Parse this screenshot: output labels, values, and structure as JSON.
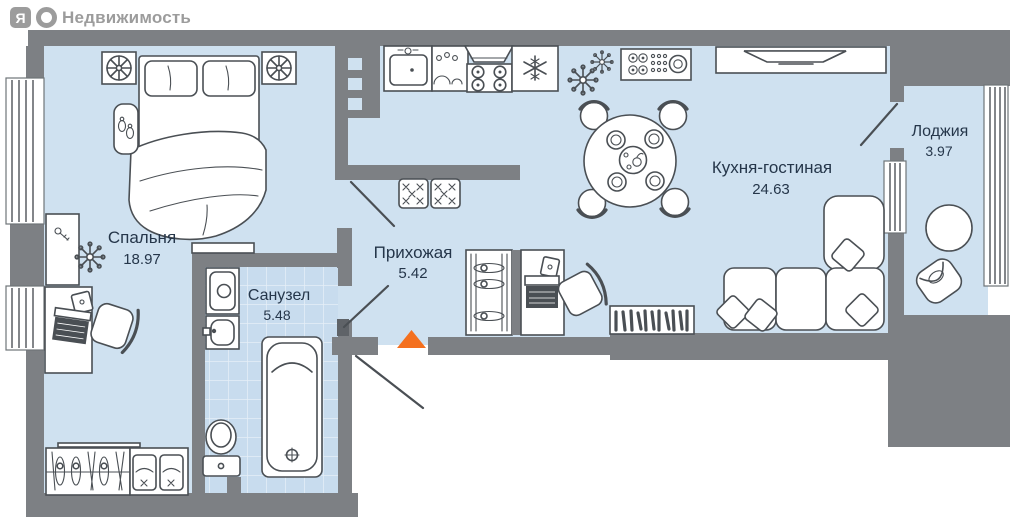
{
  "brand": {
    "letter": "Я",
    "name": "Недвижимость"
  },
  "rooms": {
    "bedroom": {
      "label": "Спальня",
      "area": "18.97"
    },
    "hallway": {
      "label": "Прихожая",
      "area": "5.42"
    },
    "bathroom": {
      "label": "Санузел",
      "area": "5.48"
    },
    "kitchen_living": {
      "label": "Кухня-гостиная",
      "area": "24.63"
    },
    "loggia": {
      "label": "Лоджия",
      "area": "3.97"
    }
  },
  "colors": {
    "wall": "#7d8084",
    "floor": "#cfe1f0",
    "bathroom_floor": "#c8dcee",
    "furniture_outline": "#4a4f54",
    "entrance_marker": "#f4701f",
    "logo_gray": "#9c9c9c",
    "label_text": "#25364a"
  }
}
